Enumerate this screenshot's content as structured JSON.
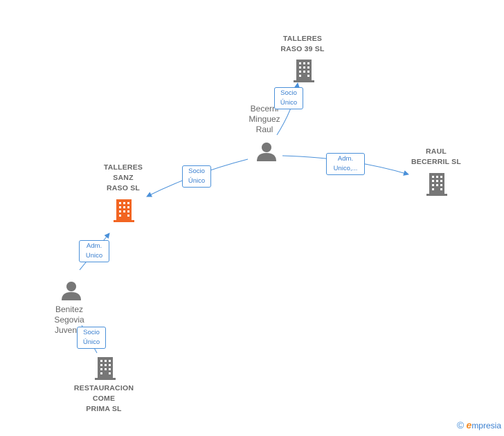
{
  "nodes": {
    "talleres_raso39": {
      "label": "TALLERES\nRASO 39  SL",
      "type": "company"
    },
    "becerril_person": {
      "label": "Becerril\nMinguez\nRaul",
      "type": "person"
    },
    "raul_becerril_sl": {
      "label": "RAUL\nBECERRIL  SL",
      "type": "company"
    },
    "talleres_sanz": {
      "label": "TALLERES\nSANZ\nRASO  SL",
      "type": "company-focus"
    },
    "benitez_person": {
      "label": "Benitez\nSegovia\nJuven...",
      "type": "person"
    },
    "restauracion": {
      "label": "RESTAURACION\nCOME\nPRIMA  SL",
      "type": "company"
    }
  },
  "edges": {
    "becerril_to_raso39": "Socio\nÚnico",
    "becerril_to_sanz": "Socio\nÚnico",
    "becerril_to_raulsl": "Adm.\nUnico,...",
    "benitez_to_sanz": "Adm.\nUnico",
    "benitez_to_restauracion": "Socio\nÚnico"
  },
  "colors": {
    "company": "#777777",
    "focus": "#f26522",
    "person": "#777777",
    "edge": "#4a90d9"
  },
  "watermark": {
    "copyright": "©",
    "brand_initial": "e",
    "brand_rest": "mpresia"
  }
}
